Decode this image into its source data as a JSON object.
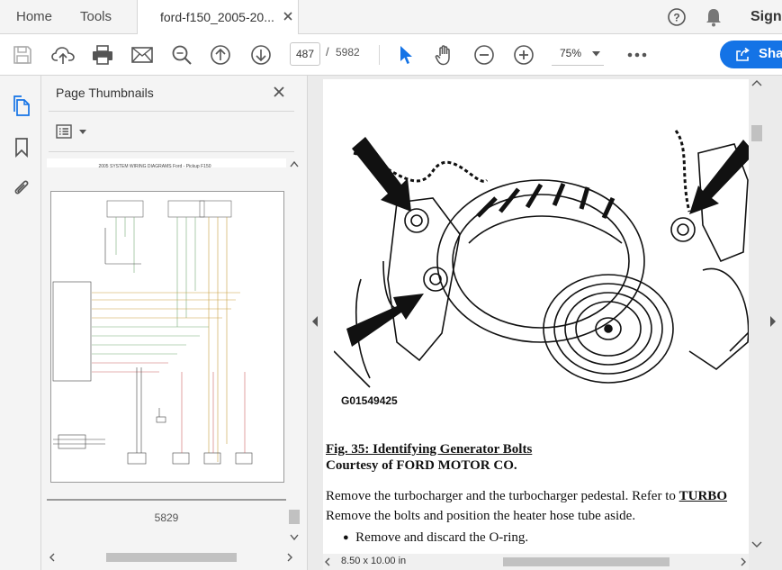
{
  "menu": {
    "home": "Home",
    "tools": "Tools"
  },
  "tab": {
    "title": "ford-f150_2005-20..."
  },
  "header": {
    "sign_in": "Sign"
  },
  "toolbar": {
    "current_page": "487",
    "separator": "/",
    "total_pages": "5982",
    "zoom": "75%",
    "share_label": "Sha"
  },
  "icons": {
    "save": "save-icon",
    "upload": "cloud-upload-icon",
    "print": "print-icon",
    "email": "mail-icon",
    "zoom_search": "magnifier-icon",
    "prev": "arrow-up-icon",
    "next": "arrow-down-icon",
    "select": "cursor-icon",
    "hand": "hand-icon",
    "zoom_out": "minus-circle-icon",
    "zoom_in": "plus-circle-icon",
    "more": "more-icon"
  },
  "thumbnails": {
    "title": "Page Thumbnails",
    "header_text": "2005 SYSTEM WIRING DIAGRAMS Ford - Pickup F150",
    "page_number": "5829"
  },
  "document": {
    "figure_id": "G01549425",
    "caption": "Fig. 35: Identifying Generator Bolts",
    "courtesy": "Courtesy of FORD MOTOR CO.",
    "line1_prefix": "Remove the turbocharger and the turbocharger pedestal. Refer to ",
    "line1_link": "TURBO",
    "line2": "Remove the bolts and position the heater hose tube aside.",
    "bullet_marker": "●",
    "bullet1": "Remove and discard the O-ring.",
    "page_size": "8.50 x 10.00 in"
  },
  "colors": {
    "accent": "#1473e6",
    "select_tool": "#1473e6",
    "rail_active": "#1473e6"
  }
}
